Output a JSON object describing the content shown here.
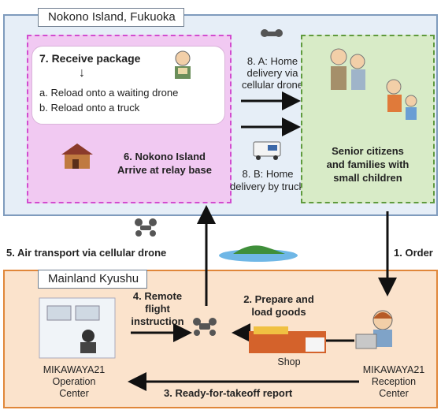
{
  "regions": {
    "island_title": "Nokono Island, Fukuoka",
    "mainland_title": "Mainland Kyushu"
  },
  "relay": {
    "receive_title": "7. Receive package",
    "option_a": "a. Reload onto a waiting drone",
    "option_b": "b. Reload onto a truck",
    "arrive_line1": "6. Nokono Island",
    "arrive_line2": "Arrive at relay base"
  },
  "deliveries": {
    "a_line1": "8. A: Home",
    "a_line2": "delivery via",
    "a_line3": "cellular drone",
    "b_line1": "8. B: Home",
    "b_line2": "delivery by truck"
  },
  "customers": {
    "line1": "Senior citizens",
    "line2": "and families with",
    "line3": "small children"
  },
  "steps": {
    "air_transport": "5. Air transport via cellular drone",
    "order": "1. Order",
    "remote_line1": "4. Remote",
    "remote_line2": "flight",
    "remote_line3": "instruction",
    "prepare_line1": "2. Prepare and",
    "prepare_line2": "load goods",
    "ready_report": "3. Ready-for-takeoff report"
  },
  "places": {
    "shop": "Shop",
    "operation_line1": "MIKAWAYA21",
    "operation_line2": "Operation",
    "operation_line3": "Center",
    "reception_line1": "MIKAWAYA21",
    "reception_line2": "Reception",
    "reception_line3": "Center"
  },
  "colors": {
    "island_fill": "#e6eef7",
    "mainland_fill": "#fbe3cc",
    "relay_fill": "#f1c9f2",
    "customer_fill": "#d8ebc7"
  }
}
